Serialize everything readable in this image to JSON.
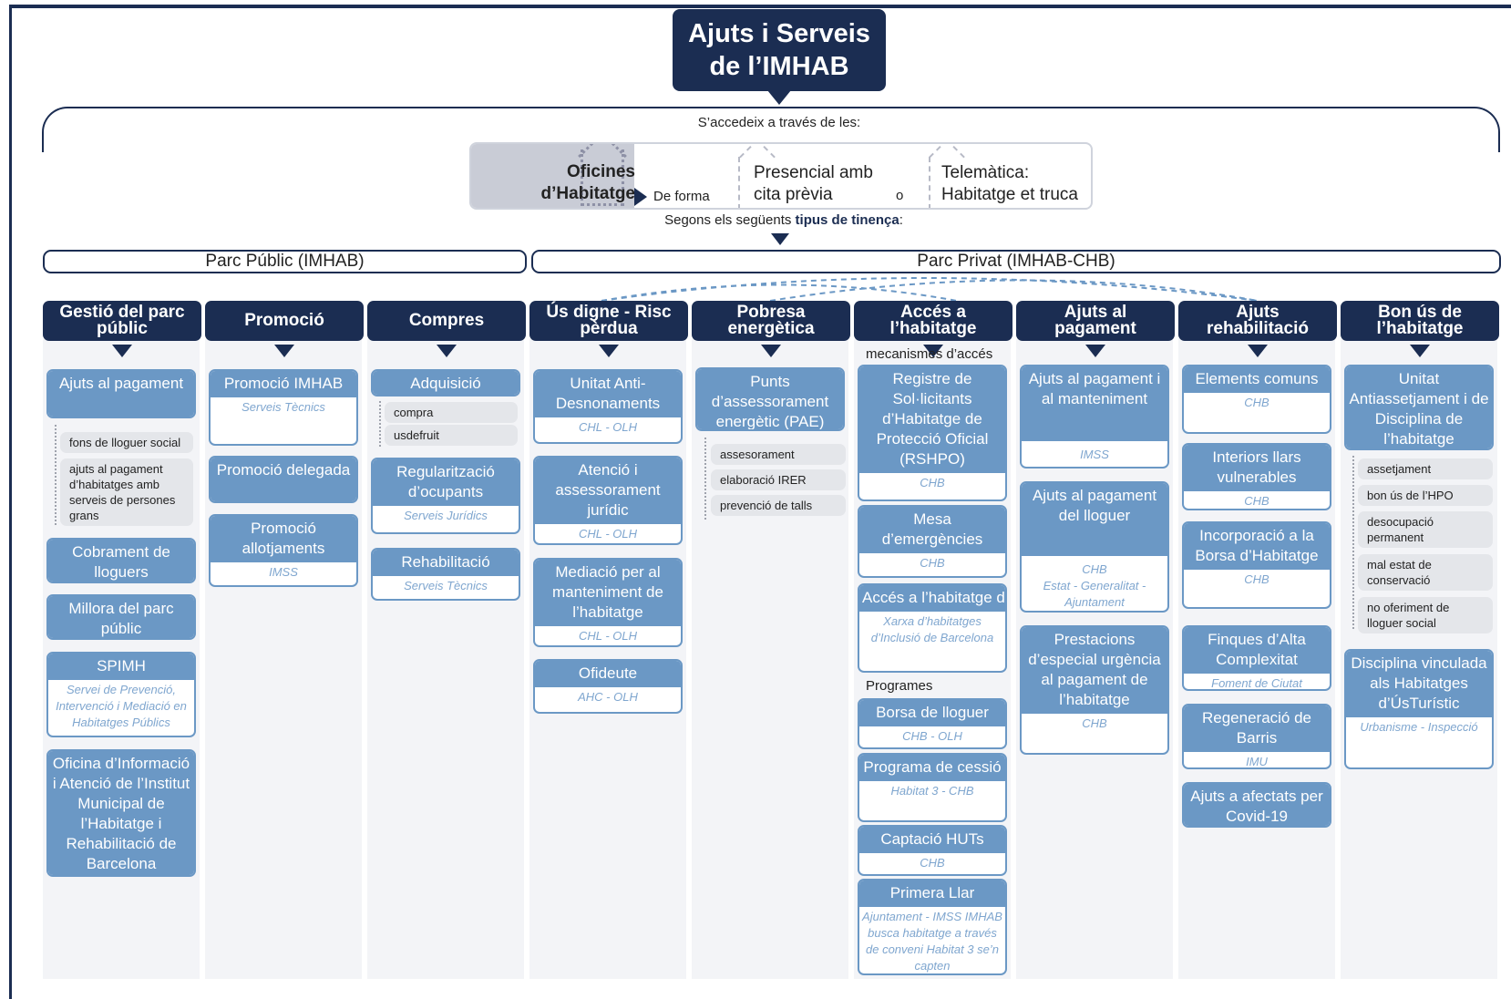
{
  "title": "Ajuts i Serveis de l’IMHAB",
  "access_label": "S’accedeix a través de les:",
  "access": {
    "oficines": "Oficines d’Habitatge",
    "de_forma": "De forma",
    "presencial": "Presencial amb cita prèvia",
    "o": "o",
    "telematica": "Telemàtica: Habitatge et truca"
  },
  "segons_pre": "Segons els següents",
  "segons_bold": "tipus de tinença",
  "segons_post": ":",
  "parc_public": "Parc Públic (IMHAB)",
  "parc_privat": "Parc Privat (IMHAB-CHB)",
  "columns": [
    {
      "header": "Gestió del parc públic"
    },
    {
      "header": "Promoció"
    },
    {
      "header": "Compres"
    },
    {
      "header": "Ús digne - Risc pèrdua"
    },
    {
      "header": "Pobresa energètica"
    },
    {
      "header": "Accés a l’habitatge"
    },
    {
      "header": "Ajuts al pagament"
    },
    {
      "header": "Ajuts rehabilitació"
    },
    {
      "header": "Bon ús de l’habitatge"
    }
  ],
  "notes": {
    "mecanismes": "mecanismes d’accés",
    "programes": "Programes"
  },
  "cards": {
    "c1_1": {
      "title": "Ajuts al pagament"
    },
    "c1_2": {
      "title": "Cobrament de lloguers"
    },
    "c1_3": {
      "title": "Millora del parc públic"
    },
    "c1_4": {
      "title": "SPIMH",
      "sub": "Servei de Prevenció, Intervenció i Mediació en Habitatges Públics"
    },
    "c1_5": {
      "title": "Oficina d’Informació i Atenció de l’Institut Municipal de l’Habitatge i Rehabilitació de Barcelona"
    },
    "c2_1": {
      "title": "Promoció IMHAB",
      "sub": "Serveis Tècnics"
    },
    "c2_2": {
      "title": "Promoció delegada"
    },
    "c2_3": {
      "title": "Promoció allotjaments",
      "sub": "IMSS"
    },
    "c3_1": {
      "title": "Adquisició"
    },
    "c3_2": {
      "title": "Regularització d’ocupants",
      "sub": "Serveis Jurídics"
    },
    "c3_3": {
      "title": "Rehabilitació",
      "sub": "Serveis Tècnics"
    },
    "c4_1": {
      "title": "Unitat Anti-Desnonaments",
      "sub": "CHL - OLH"
    },
    "c4_2": {
      "title": "Atenció i assessorament jurídic",
      "sub": "CHL - OLH"
    },
    "c4_3": {
      "title": "Mediació per al manteniment de l’habitatge",
      "sub": "CHL - OLH"
    },
    "c4_4": {
      "title": "Ofideute",
      "sub": "AHC - OLH"
    },
    "c5_1": {
      "title": "Punts d’assessorament energètic (PAE)"
    },
    "c6_1": {
      "title": "Registre de Sol·licitants d’Habitatge de Protecció Oficial (RSHPO)",
      "sub": "CHB"
    },
    "c6_2": {
      "title": "Mesa d’emergències",
      "sub": "CHB"
    },
    "c6_3": {
      "title": "Accés a l’habitatge d’entitats",
      "sub": "Xarxa d’habitatges d’Inclusió de Barcelona"
    },
    "c6_4": {
      "title": "Borsa de lloguer",
      "sub": "CHB - OLH"
    },
    "c6_5": {
      "title": "Programa de cessió",
      "sub": "Habitat 3 - CHB"
    },
    "c6_6": {
      "title": "Captació HUTs",
      "sub": "CHB"
    },
    "c6_7": {
      "title": "Primera Llar",
      "sub": "Ajuntament - IMSS IMHAB busca habitatge a través de conveni Habitat 3 se’n capten"
    },
    "c7_1": {
      "title": "Ajuts al pagament i al manteniment",
      "sub": "IMSS"
    },
    "c7_2": {
      "title": "Ajuts al pagament del lloguer",
      "sub": "CHB",
      "sub2": "Estat - Generalitat - Ajuntament"
    },
    "c7_3": {
      "title": "Prestacions d’especial urgència al pagament de l’habitatge",
      "sub": "CHB"
    },
    "c8_1": {
      "title": "Elements comuns",
      "sub": "CHB"
    },
    "c8_2": {
      "title": "Interiors llars vulnerables",
      "sub": "CHB"
    },
    "c8_3": {
      "title": "Incorporació a la Borsa d’Habitatge",
      "sub": "CHB"
    },
    "c8_4": {
      "title": "Finques d’Alta Complexitat",
      "sub": "Foment de Ciutat"
    },
    "c8_5": {
      "title": "Regeneració de Barris",
      "sub": "IMU"
    },
    "c8_6": {
      "title": "Ajuts a afectats per Covid-19"
    },
    "c9_1": {
      "title": "Unitat Antiassetjament i de Disciplina de l’habitatge"
    },
    "c9_2": {
      "title": "Disciplina vinculada als Habitatges d’ÚsTurístic",
      "sub": "Urbanisme - Inspecció"
    }
  },
  "tags": {
    "t1": [
      "fons de lloguer social",
      "ajuts al pagament d’habitatges amb serveis de persones grans"
    ],
    "t3": [
      "compra",
      "usdefruit"
    ],
    "t5": [
      "assesorament",
      "elaboració IRER",
      "prevenció de talls"
    ],
    "t9": [
      "assetjament",
      "bon ús de l’HPO",
      "desocupació permanent",
      "mal estat de conservació",
      "no oferiment de lloguer social"
    ]
  },
  "colors": {
    "navy": "#1b2d52",
    "card_blue": "#6b98c5",
    "sub_text": "#7fa6cf",
    "column_bg": "#f3f4f7",
    "tag_bg": "#e4e6ea"
  }
}
